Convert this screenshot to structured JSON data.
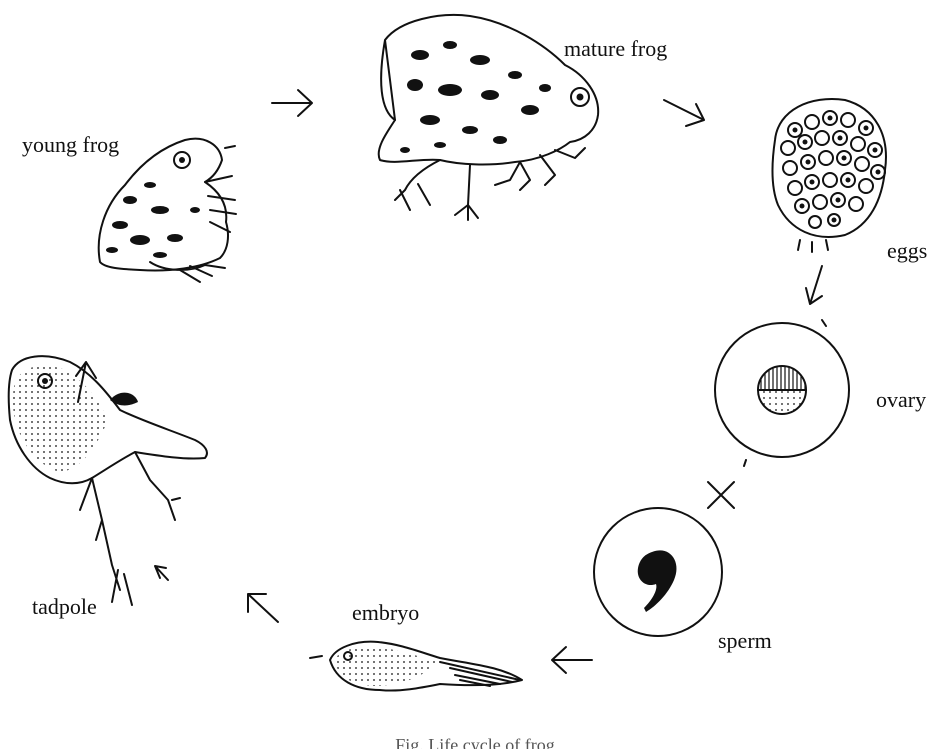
{
  "diagram": {
    "stages": {
      "young_frog": "young frog",
      "mature_frog": "mature frog",
      "eggs": "eggs",
      "ovary": "ovary",
      "sperm": "sperm",
      "embryo": "embryo",
      "tadpole": "tadpole"
    },
    "fertilization_symbol": "×",
    "caption": "Fig. Life cycle of frog"
  }
}
